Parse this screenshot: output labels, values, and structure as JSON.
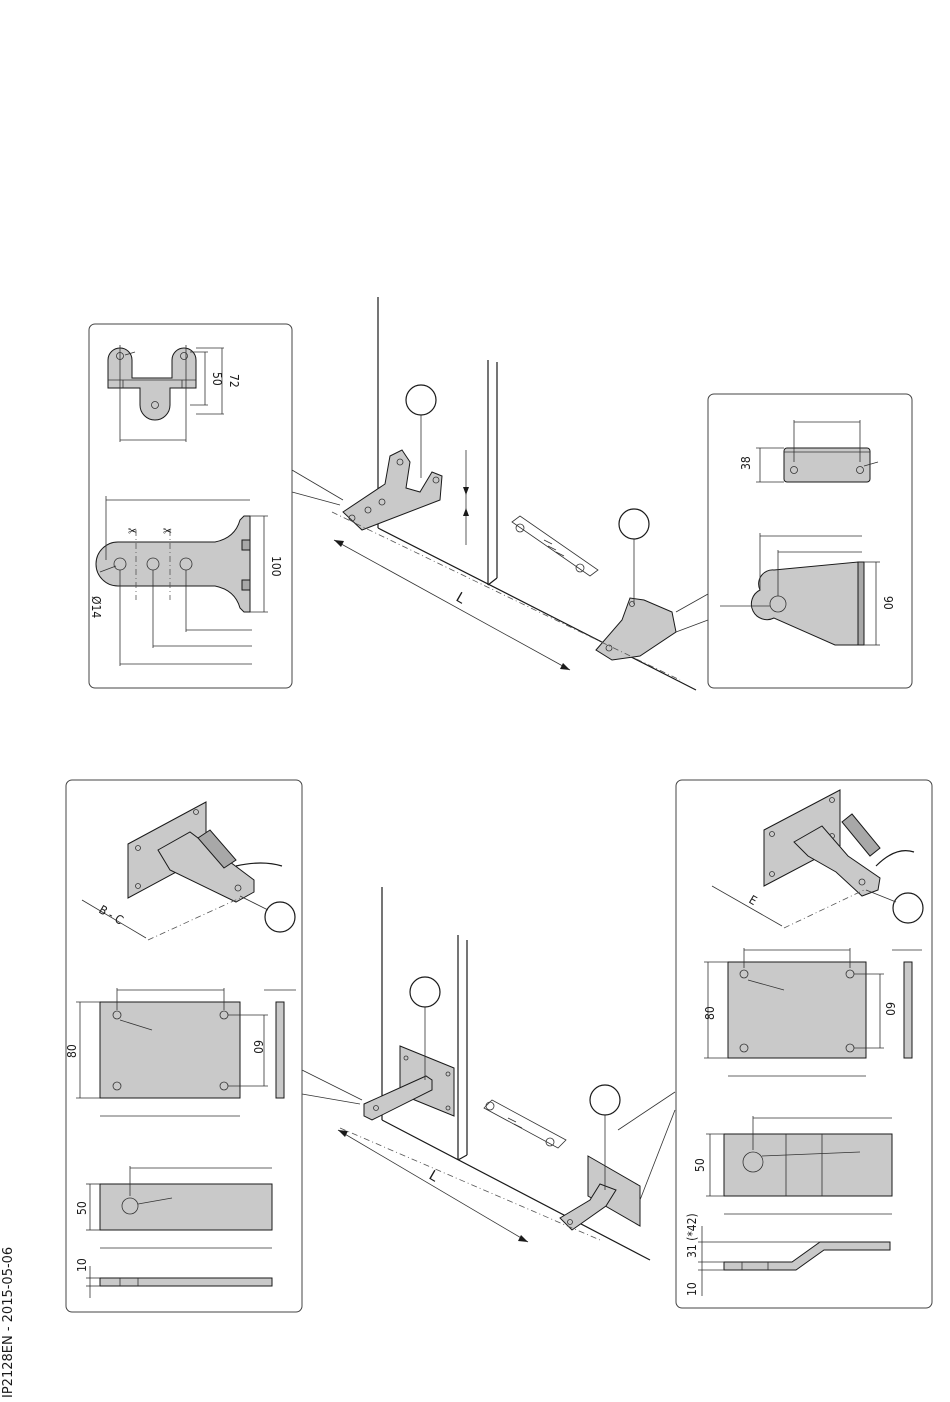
{
  "doc_ref": "IP2128EN - 2015-05-06",
  "top_figure": {
    "length_label": "L",
    "callout_left": {
      "dim_72": "72",
      "dim_50": "50",
      "dim_100": "100",
      "dim_d14": "Ø14",
      "cut_mark": "✂"
    },
    "callout_right": {
      "dim_38": "38",
      "dim_90": "90"
    }
  },
  "bottom_figure": {
    "length_label": "L",
    "callout_left": {
      "dim_bc": "B - C",
      "dim_80": "80",
      "dim_60": "60",
      "dim_50": "50",
      "dim_10": "10"
    },
    "callout_right": {
      "dim_e": "E",
      "dim_80": "80",
      "dim_60": "60",
      "dim_50": "50",
      "dim_31": "31 (*42)",
      "dim_10": "10"
    }
  }
}
